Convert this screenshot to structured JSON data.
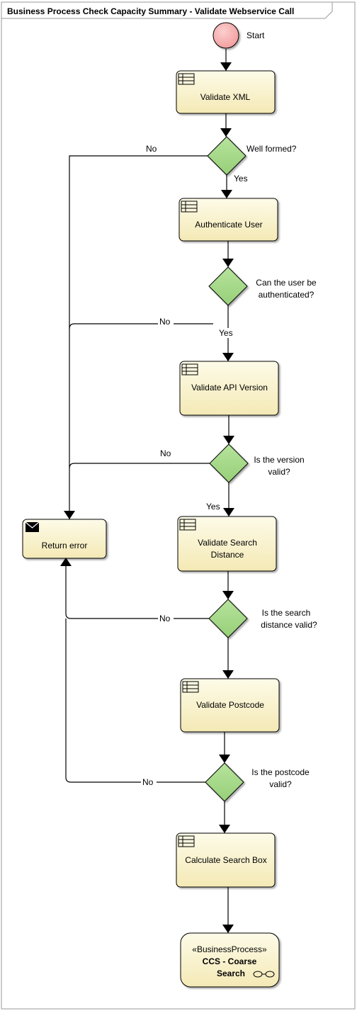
{
  "diagram": {
    "title": "Business Process Check Capacity Summary - Validate Webservice Call",
    "start_label": "Start",
    "tasks": {
      "validate_xml": "Validate XML",
      "authenticate_user": "Authenticate User",
      "validate_api_version": "Validate API Version",
      "validate_search_distance_line1": "Validate Search",
      "validate_search_distance_line2": "Distance",
      "validate_postcode": "Validate Postcode",
      "calculate_search_box": "Calculate Search Box",
      "return_error": "Return error"
    },
    "gateways": {
      "well_formed": "Well formed?",
      "authenticated_line1": "Can the user be",
      "authenticated_line2": "authenticated?",
      "version_line1": "Is the version",
      "version_line2": "valid?",
      "distance_line1": "Is the search",
      "distance_line2": "distance valid?",
      "postcode_line1": "Is the postcode",
      "postcode_line2": "valid?"
    },
    "flow_labels": {
      "yes": "Yes",
      "no": "No"
    },
    "subprocess": {
      "stereotype": "«BusinessProcess»",
      "name_line1": "CCS - Coarse",
      "name_line2": "Search"
    },
    "colors": {
      "task_fill_top": "#fdfbe6",
      "task_fill_bottom": "#f5eab8",
      "gateway_fill": "#a6d98a",
      "start_fill": "#f7b4b4",
      "line": "#000000"
    }
  }
}
